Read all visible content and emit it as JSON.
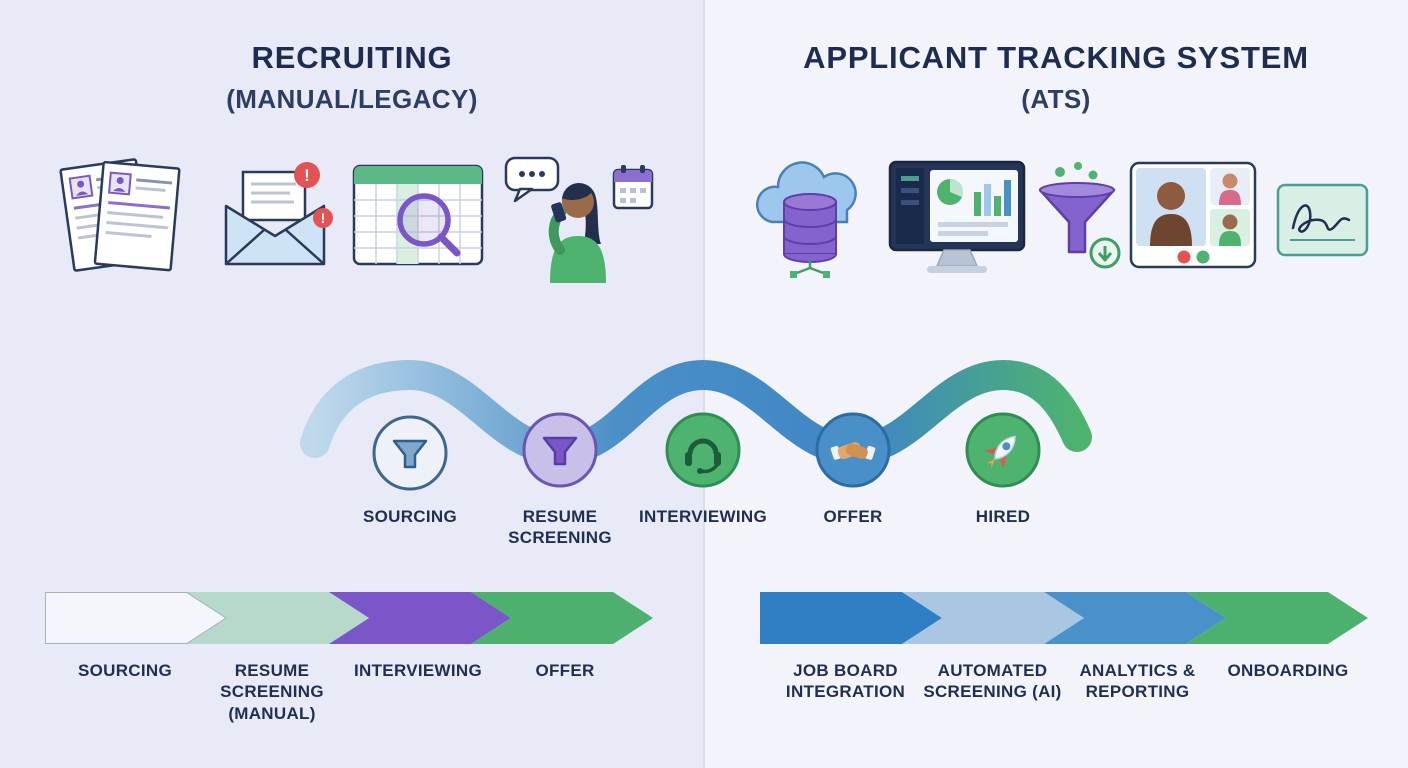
{
  "palette": {
    "navy": "#1d2c50",
    "blue": "#3f86c6",
    "light_blue": "#bfd9eb",
    "purple": "#7a57c9",
    "green": "#4db36f",
    "teal_light": "#b7d9cb",
    "red": "#e25454",
    "left_bg": "#e8eaf8",
    "right_bg": "#f3f4fb"
  },
  "left_panel": {
    "title": "RECRUITING",
    "subtitle": "(MANUAL/LEGACY)",
    "icons": [
      "resume-stack-icon",
      "email-alert-icon",
      "spreadsheet-search-icon",
      "phone-scheduling-icon"
    ],
    "email_badge": "!"
  },
  "right_panel": {
    "title": "APPLICANT TRACKING SYSTEM",
    "subtitle": "(ATS)",
    "icons": [
      "cloud-database-icon",
      "dashboard-monitor-icon",
      "filter-funnel-icon",
      "video-interview-icon",
      "e-signature-icon"
    ]
  },
  "pipeline": {
    "ribbon_colors": [
      "#bfd9eb",
      "#4a8fc7",
      "#3f86c6",
      "#4db36f"
    ],
    "steps": [
      {
        "label": "SOURCING",
        "icon": "funnel-icon",
        "fill": "#eef2f8",
        "ring": "#3f668f"
      },
      {
        "label": "RESUME SCREENING",
        "icon": "funnel-icon",
        "fill": "#c9bfe8",
        "ring": "#6a55b0"
      },
      {
        "label": "INTERVIEWING",
        "icon": "headset-icon",
        "fill": "#4db36f",
        "ring": "#2f8f53"
      },
      {
        "label": "OFFER",
        "icon": "handshake-icon",
        "fill": "#4a90c8",
        "ring": "#2a6ba8"
      },
      {
        "label": "HIRED",
        "icon": "rocket-icon",
        "fill": "#4db36f",
        "ring": "#2f8f53"
      }
    ]
  },
  "left_flow": {
    "steps": [
      {
        "label": "SOURCING",
        "color": "#f4f6fb"
      },
      {
        "label": "RESUME SCREENING (MANUAL)",
        "color": "#b7d9cb"
      },
      {
        "label": "INTERVIEWING",
        "color": "#7a56c8"
      },
      {
        "label": "OFFER",
        "color": "#4db06e"
      }
    ]
  },
  "right_flow": {
    "steps": [
      {
        "label": "JOB BOARD INTEGRATION",
        "color": "#2e7fc3"
      },
      {
        "label": "AUTOMATED SCREENING (AI)",
        "color": "#a9c6e2"
      },
      {
        "label": "ANALYTICS & REPORTING",
        "color": "#4a91ca"
      },
      {
        "label": "ONBOARDING",
        "color": "#4cb16f"
      }
    ]
  }
}
